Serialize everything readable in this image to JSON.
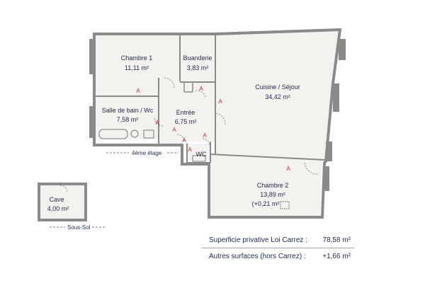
{
  "rooms": {
    "chambre1": {
      "name": "Chambre 1",
      "area": "11,11 m²"
    },
    "buanderie": {
      "name": "Buanderie",
      "area": "3,83 m²"
    },
    "cuisine": {
      "name": "Cuisine / Séjour",
      "area": "34,42 m²"
    },
    "sdb": {
      "name": "Salle de bain / Wc",
      "area": "7,58 m²"
    },
    "entree": {
      "name": "Entrée",
      "area": "6,75 m²"
    },
    "wc": {
      "name": "WC"
    },
    "chambre2": {
      "name": "Chambre 2",
      "area": "13,89 m²",
      "extra": "(+0,21 m²"
    },
    "cave": {
      "name": "Cave",
      "area": "4,00 m²"
    }
  },
  "markers": {
    "label": "A"
  },
  "floors": {
    "main": "4ème étage",
    "basement": "Sous-Sol"
  },
  "summary": {
    "carrez_label": "Superficie privative Loi Carrez :",
    "carrez_value": "78,58 m²",
    "other_label": "Autres surfaces (hors Carrez) :",
    "other_value": "+1,66 m²"
  },
  "colors": {
    "text": "#1f2a4d",
    "marker": "#c0263a",
    "wall": "#8a8a8a",
    "floor": "#f4f2ee"
  }
}
